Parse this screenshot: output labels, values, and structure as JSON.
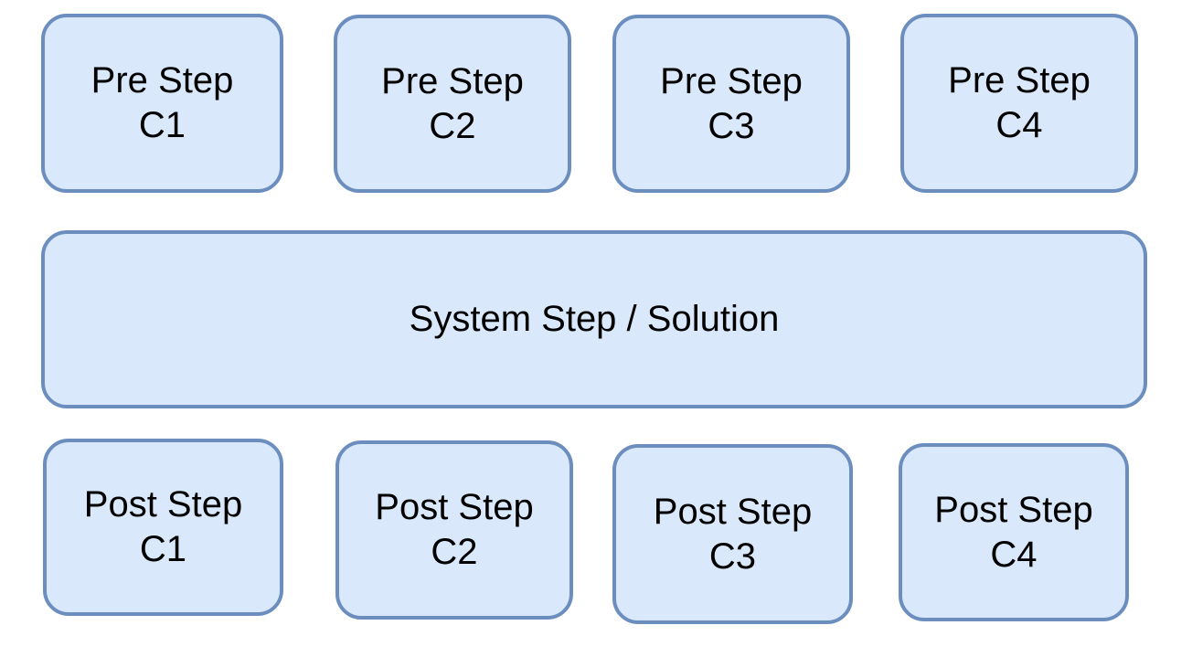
{
  "diagram": {
    "colors": {
      "background": "#ffffff",
      "node_fill": "#dae8fc",
      "node_border": "#6c8ebf",
      "text": "#000000"
    },
    "pre_steps": [
      {
        "line1": "Pre Step",
        "line2": "C1"
      },
      {
        "line1": "Pre Step",
        "line2": "C2"
      },
      {
        "line1": "Pre Step",
        "line2": "C3"
      },
      {
        "line1": "Pre Step",
        "line2": "C4"
      }
    ],
    "system_step": {
      "label": "System Step / Solution"
    },
    "post_steps": [
      {
        "line1": "Post Step",
        "line2": "C1"
      },
      {
        "line1": "Post Step",
        "line2": "C2"
      },
      {
        "line1": "Post Step",
        "line2": "C3"
      },
      {
        "line1": "Post Step",
        "line2": "C4"
      }
    ]
  }
}
